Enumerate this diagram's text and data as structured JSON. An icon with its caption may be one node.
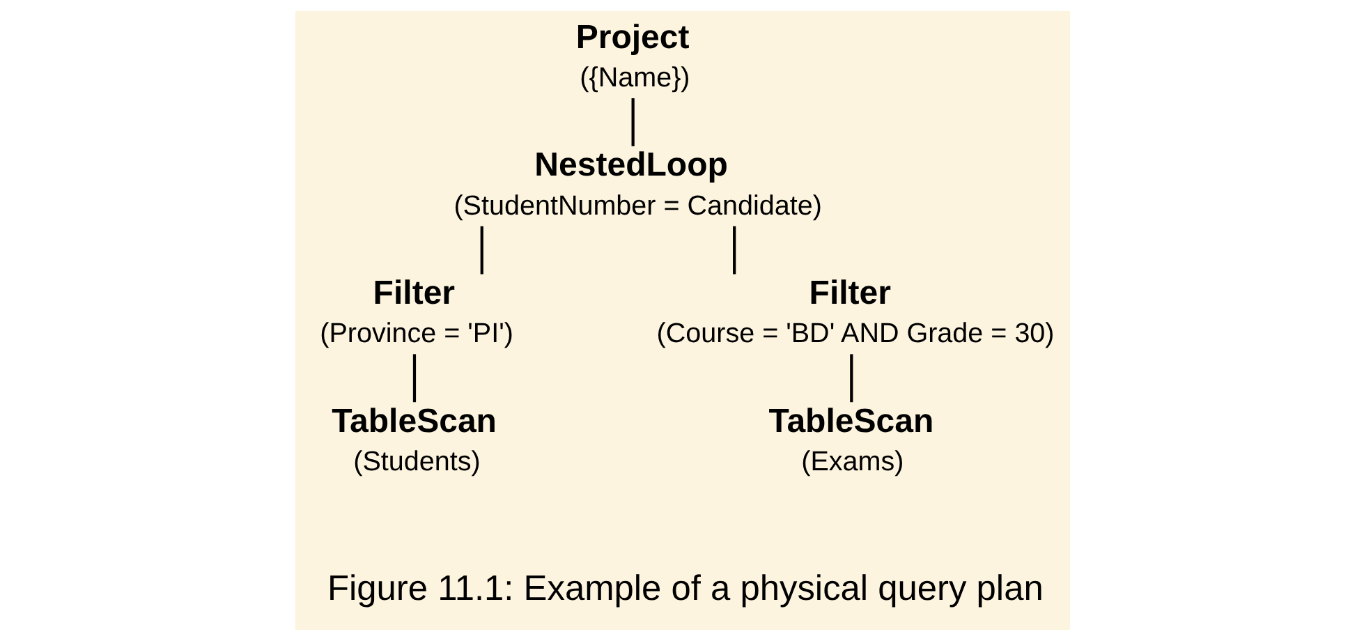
{
  "diagram": {
    "caption": "Figure 11.1: Example of a physical query plan",
    "nodes": [
      {
        "text": [
          "Project",
          "({Name})"
        ]
      },
      {
        "text": [
          "NestedLoop",
          "(StudentNumber = Candidate)"
        ]
      },
      {
        "text": [
          "Filter",
          "(Province = 'PI')"
        ]
      },
      {
        "text": [
          "Filter",
          "(Course = 'BD' AND Grade = 30)"
        ]
      },
      {
        "text": [
          "TableScan",
          "(Students)"
        ]
      },
      {
        "text": [
          "TableScan",
          "(Exams)"
        ]
      }
    ],
    "edges": [
      {
        "from": 0,
        "to": 1,
        "arrow": "none"
      },
      {
        "from": 1,
        "to": 2,
        "arrow": "none"
      },
      {
        "from": 1,
        "to": 3,
        "arrow": "none"
      },
      {
        "from": 2,
        "to": 4,
        "arrow": "none"
      },
      {
        "from": 3,
        "to": 5,
        "arrow": "none"
      }
    ]
  }
}
